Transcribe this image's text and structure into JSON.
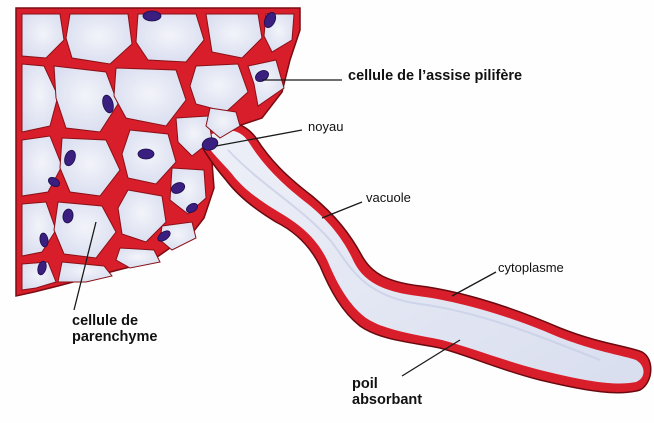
{
  "figure": {
    "labels": {
      "assise": "cellule de l’assise pilifère",
      "noyau": "noyau",
      "vacuole": "vacuole",
      "cytoplasme": "cytoplasme",
      "parenchyme_1": "cellule de",
      "parenchyme_2": "parenchyme",
      "poil_1": "poil",
      "poil_2": "absorbant"
    },
    "colors": {
      "cell_wall": "#d81e2a",
      "wall_edge": "#7a0c12",
      "cell_interior": "#e4e7f3",
      "nucleus": "#3a1e80",
      "leader_line": "#1a1a1a"
    }
  }
}
